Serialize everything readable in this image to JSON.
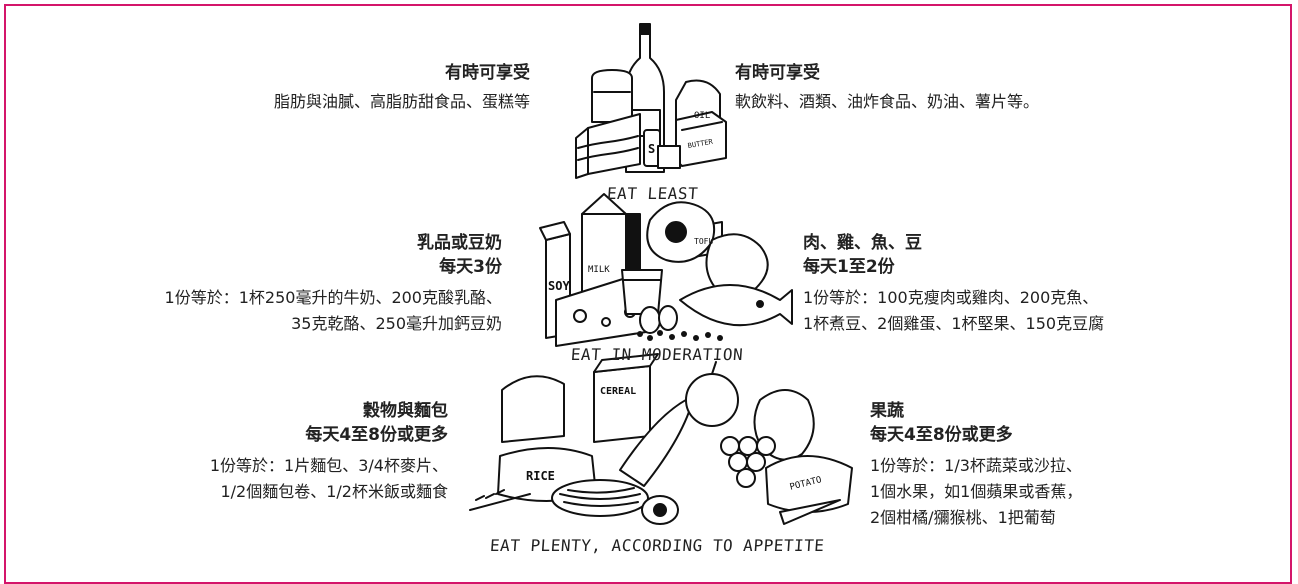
{
  "top_left": {
    "title": "有時可享受",
    "lines": [
      "脂肪與油膩、高脂肪甜食品、蛋糕等"
    ]
  },
  "top_right": {
    "title": "有時可享受",
    "lines": [
      "軟飲料、酒類、油炸食品、奶油、薯片等。"
    ]
  },
  "mid_left": {
    "title_lines": [
      "乳品或豆奶",
      "每天3份"
    ],
    "lines": [
      "1份等於：1杯250毫升的牛奶、200克酸乳酪、",
      "35克乾酪、250毫升加鈣豆奶"
    ]
  },
  "mid_right": {
    "title_lines": [
      "肉、雞、魚、豆",
      "每天1至2份"
    ],
    "lines": [
      "1份等於：100克瘦肉或雞肉、200克魚、",
      "1杯煮豆、2個雞蛋、1杯堅果、150克豆腐"
    ]
  },
  "bottom_left": {
    "title_lines": [
      "穀物與麵包",
      "每天4至8份或更多"
    ],
    "lines": [
      "1份等於：1片麵包、3/4杯麥片、",
      "1/2個麵包卷、1/2杯米飯或麵食"
    ]
  },
  "bottom_right": {
    "title_lines": [
      "果蔬",
      "每天4至8份或更多"
    ],
    "lines": [
      "1份等於：1/3杯蔬菜或沙拉、",
      "1個水果，如1個蘋果或香蕉，",
      "2個柑橘/獼猴桃、1把葡萄"
    ]
  },
  "pyramid": {
    "top_label": "EAT LEAST",
    "middle_label": "EAT IN MODERATION",
    "bottom_label": "EAT PLENTY, ACCORDING TO APPETITE",
    "item_labels": {
      "oil": "OIL",
      "butter": "BUTTER",
      "soy": "SOY",
      "milk": "MILK",
      "tofu": "TOFU",
      "cereal": "CEREAL",
      "rice": "RICE",
      "potato": "POTATO"
    }
  }
}
